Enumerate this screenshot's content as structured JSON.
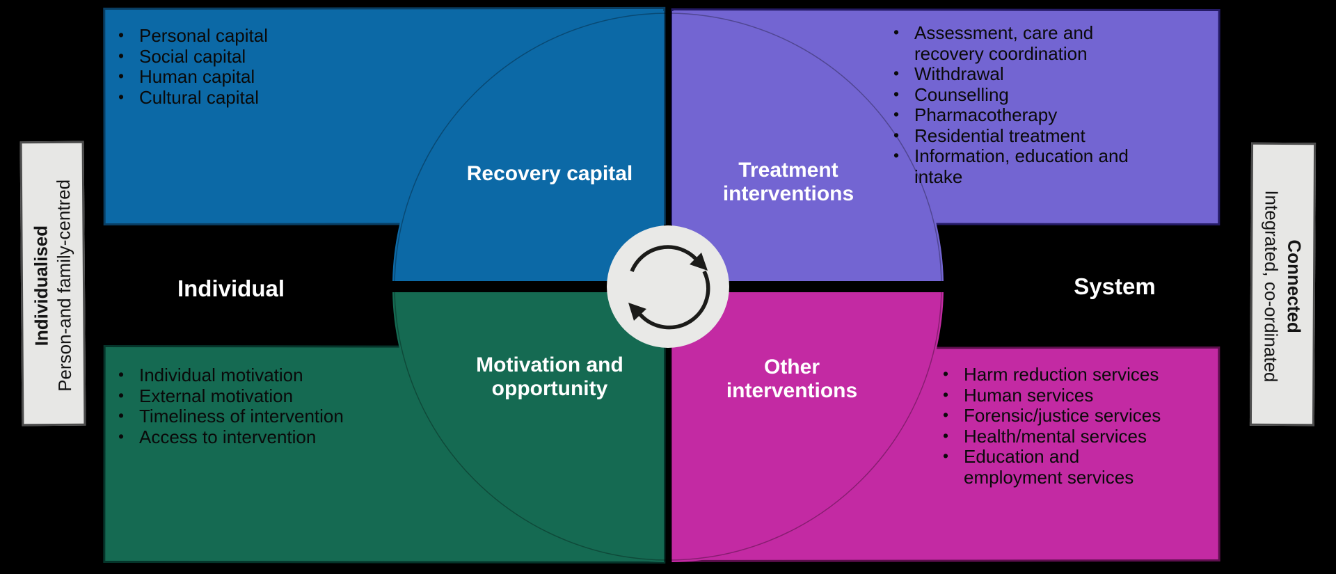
{
  "figure": {
    "axis": {
      "left_label": "Individual",
      "right_label": "System"
    },
    "left_tag": {
      "title": "Individualised",
      "subtitle": "Person-and family-centred"
    },
    "right_tag": {
      "title": "Connected",
      "subtitle": "Integrated, co-ordinated"
    },
    "quadrants": {
      "top_left": {
        "title": "Recovery capital",
        "items": [
          "Personal capital",
          "Social capital",
          "Human capital",
          "Cultural capital"
        ]
      },
      "top_right": {
        "title": "Treatment interventions",
        "items": [
          "Assessment, care and recovery coordination",
          "Withdrawal",
          "Counselling",
          "Pharmacotherapy",
          "Residential treatment",
          "Information, education and intake"
        ]
      },
      "bottom_left": {
        "title": "Motivation and opportunity",
        "items": [
          "Individual motivation",
          "External motivation",
          "Timeliness of intervention",
          "Access to intervention"
        ]
      },
      "bottom_right": {
        "title": "Other interventions",
        "items": [
          "Harm reduction services",
          "Human services",
          "Forensic/justice services",
          "Health/mental services",
          "Education and employment services"
        ]
      }
    },
    "center_icon": "cycle-arrows-icon",
    "colors": {
      "background": "#000000",
      "blue": "#0c69a6",
      "blue_border": "#093e63",
      "purple": "#7365d2",
      "purple_border": "#251b66",
      "green": "#156a52",
      "green_border": "#05342a",
      "magenta": "#c32aa3",
      "magenta_border": "#5e0f4e",
      "circle_outline": "rgba(0,0,0,0.3)",
      "tag_fill": "#e7e7e5",
      "tag_border": "#4b4b4b",
      "icon_fill": "#e9e9e7",
      "icon_arrow": "#1b1b19",
      "title_text": "#ffffff",
      "list_text": "#0a0a0a"
    }
  }
}
